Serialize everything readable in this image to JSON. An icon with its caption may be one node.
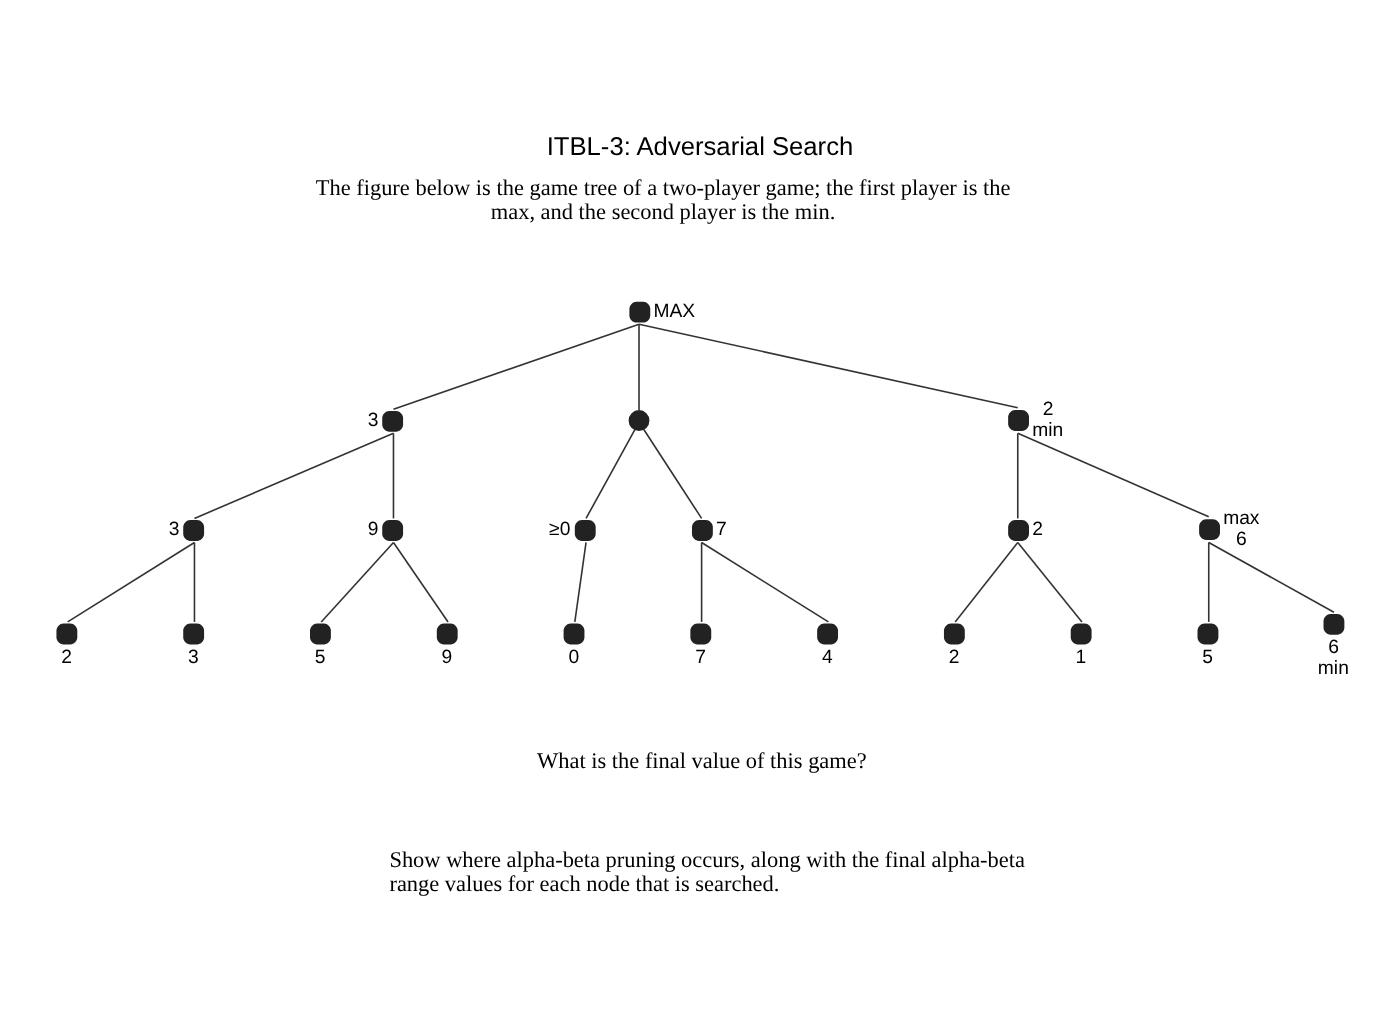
{
  "diagram": {
    "title": "ITBL-3: Adversarial Search",
    "nodes": [
      {
        "text": [],
        "shape": "circle",
        "beside": [
          "MAX"
        ]
      },
      {
        "text": [],
        "shape": "circle",
        "beside": [
          "3"
        ]
      },
      {
        "text": [],
        "shape": "circle"
      },
      {
        "text": [],
        "shape": "circle",
        "beside": [
          "2",
          "min"
        ]
      },
      {
        "text": [],
        "shape": "circle",
        "beside": [
          "3"
        ]
      },
      {
        "text": [],
        "shape": "circle",
        "beside": [
          "9"
        ]
      },
      {
        "text": [],
        "shape": "circle",
        "beside": [
          "≥0"
        ]
      },
      {
        "text": [],
        "shape": "circle",
        "beside": [
          "7"
        ]
      },
      {
        "text": [],
        "shape": "circle",
        "beside": [
          "2"
        ]
      },
      {
        "text": [],
        "shape": "circle",
        "beside": [
          "max",
          "6"
        ]
      },
      {
        "text": [],
        "shape": "circle",
        "beside": [
          "2"
        ]
      },
      {
        "text": [],
        "shape": "circle",
        "beside": [
          "3"
        ]
      },
      {
        "text": [],
        "shape": "circle",
        "beside": [
          "5"
        ]
      },
      {
        "text": [],
        "shape": "circle",
        "beside": [
          "9"
        ]
      },
      {
        "text": [],
        "shape": "circle",
        "beside": [
          "0"
        ]
      },
      {
        "text": [],
        "shape": "circle",
        "beside": [
          "7"
        ]
      },
      {
        "text": [],
        "shape": "circle",
        "beside": [
          "4"
        ]
      },
      {
        "text": [],
        "shape": "circle",
        "beside": [
          "2"
        ]
      },
      {
        "text": [],
        "shape": "circle",
        "beside": [
          "1"
        ]
      },
      {
        "text": [],
        "shape": "circle",
        "beside": [
          "5"
        ]
      },
      {
        "text": [],
        "shape": "circle",
        "beside": [
          "6",
          "min"
        ]
      }
    ],
    "edges": [
      {
        "from": 0,
        "to": 1,
        "arrow": "none"
      },
      {
        "from": 0,
        "to": 2,
        "arrow": "none"
      },
      {
        "from": 0,
        "to": 3,
        "arrow": "none"
      },
      {
        "from": 1,
        "to": 4,
        "arrow": "none"
      },
      {
        "from": 1,
        "to": 5,
        "arrow": "none"
      },
      {
        "from": 2,
        "to": 6,
        "arrow": "none"
      },
      {
        "from": 2,
        "to": 7,
        "arrow": "none"
      },
      {
        "from": 3,
        "to": 8,
        "arrow": "none"
      },
      {
        "from": 3,
        "to": 9,
        "arrow": "none"
      },
      {
        "from": 4,
        "to": 10,
        "arrow": "none"
      },
      {
        "from": 4,
        "to": 11,
        "arrow": "none"
      },
      {
        "from": 5,
        "to": 12,
        "arrow": "none"
      },
      {
        "from": 5,
        "to": 13,
        "arrow": "none"
      },
      {
        "from": 6,
        "to": 14,
        "arrow": "none"
      },
      {
        "from": 7,
        "to": 15,
        "arrow": "none"
      },
      {
        "from": 7,
        "to": 16,
        "arrow": "none"
      },
      {
        "from": 8,
        "to": 17,
        "arrow": "none"
      },
      {
        "from": 8,
        "to": 18,
        "arrow": "none"
      },
      {
        "from": 9,
        "to": 19,
        "arrow": "none"
      },
      {
        "from": 9,
        "to": 20,
        "arrow": "none"
      }
    ],
    "labels": [
      "The figure below is the game tree of a two-player game; the first player is the max, and the second player is the min.",
      "What is the final value of this game?",
      "Show where alpha-beta pruning occurs, along with the final alpha-beta range values for each node that is searched."
    ]
  }
}
